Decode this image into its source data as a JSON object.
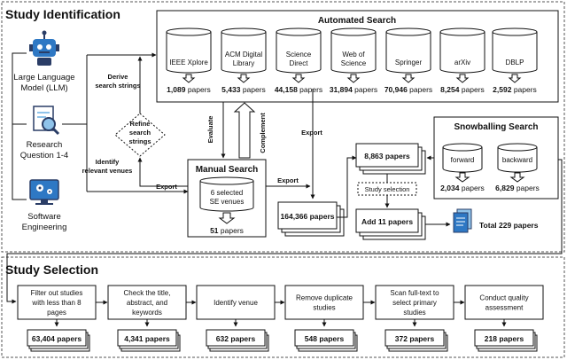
{
  "sections": {
    "identification": "Study Identification",
    "selection": "Study Selection"
  },
  "sources": [
    {
      "label": "Large Language",
      "label2": "Model (LLM)"
    },
    {
      "label": "Research",
      "label2": "Question 1-4"
    },
    {
      "label": "Software",
      "label2": "Engineering"
    }
  ],
  "edges": {
    "derive1": "Derive",
    "derive2": "search strings",
    "refine1": "Refine",
    "refine2": "search",
    "refine3": "strings",
    "identify1": "Identify",
    "identify2": "relevant venues",
    "evaluate": "Evaluate",
    "complement": "Complement",
    "export_top": "Export",
    "export_left": "Export",
    "export_right": "Export",
    "study_selection": "Study selection"
  },
  "automated": {
    "title": "Automated Search",
    "databases": [
      {
        "name": [
          "IEEE Xplore"
        ],
        "num": "1,089",
        "unit": " papers"
      },
      {
        "name": [
          "ACM Digital",
          "Library"
        ],
        "num": "5,433",
        "unit": " papers"
      },
      {
        "name": [
          "Science",
          "Direct"
        ],
        "num": "44,158",
        "unit": " papers"
      },
      {
        "name": [
          "Web of",
          "Science"
        ],
        "num": "31,894",
        "unit": " papers"
      },
      {
        "name": [
          "Springer"
        ],
        "num": "70,946",
        "unit": " papers"
      },
      {
        "name": [
          "arXiv"
        ],
        "num": "8,254",
        "unit": " papers"
      },
      {
        "name": [
          "DBLP"
        ],
        "num": "2,592",
        "unit": " papers"
      }
    ]
  },
  "manual": {
    "title": "Manual Search",
    "venues1": "6 selected",
    "venues2": "SE venues",
    "num": "51",
    "unit": " papers"
  },
  "snowball": {
    "title": "Snowballing Search",
    "forward": "forward",
    "backward": "backward",
    "forward_num": "2,034",
    "backward_num": "6,829",
    "unit": " papers"
  },
  "stacks": {
    "total": "164,366 papers",
    "after": "8,863 papers",
    "add": "Add 11 papers",
    "final": "Total 229 papers"
  },
  "selection_steps": [
    {
      "lines": [
        "Filter out studies",
        "with less than 8",
        "pages"
      ],
      "count": "63,404 papers"
    },
    {
      "lines": [
        "Check the title,",
        "abstract, and",
        "keywords"
      ],
      "count": "4,341 papers"
    },
    {
      "lines": [
        "Identify venue"
      ],
      "count": "632 papers"
    },
    {
      "lines": [
        "Remove duplicate",
        "studies"
      ],
      "count": "548 papers"
    },
    {
      "lines": [
        "Scan full-text to",
        "select primary",
        "studies"
      ],
      "count": "372 papers"
    },
    {
      "lines": [
        "Conduct quality",
        "assessment"
      ],
      "count": "218 papers"
    }
  ],
  "colors": {
    "icon_blue": "#2e78c4",
    "icon_dark": "#2a3d66",
    "icon_light": "#8fc3ea"
  }
}
